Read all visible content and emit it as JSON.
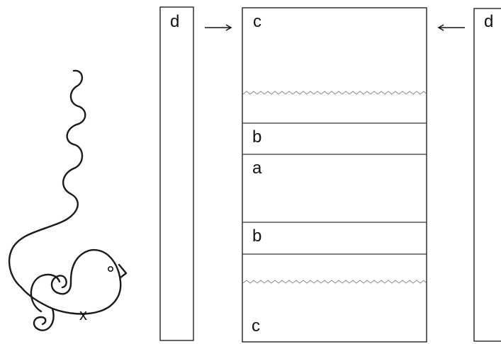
{
  "labels": {
    "left_strip": "d",
    "right_strip": "d",
    "top_c": "c",
    "upper_b": "b",
    "middle_a": "a",
    "lower_b": "b",
    "bottom_c": "c"
  },
  "arrows": {
    "left": "→",
    "right": "←"
  },
  "bird_mark": "x"
}
